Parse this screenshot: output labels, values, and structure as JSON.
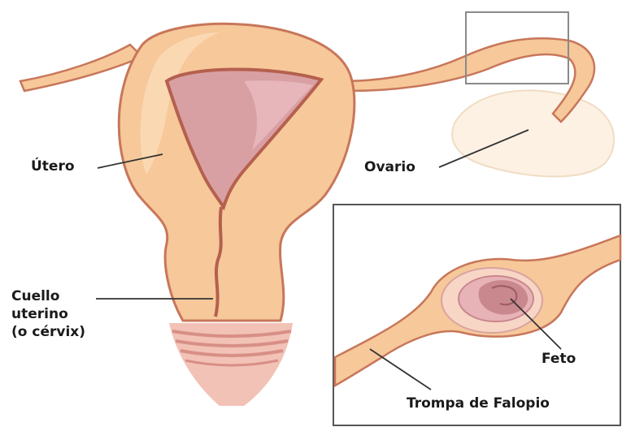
{
  "labels": {
    "utero": "Útero",
    "ovario": "Ovario",
    "cuello_line1": "Cuello",
    "cuello_line2": "uterino",
    "cuello_line3": "(o cérvix)",
    "feto": "Feto",
    "trompa": "Trompa de Falopio"
  },
  "colors": {
    "tissue": "#f6c89a",
    "tissue_light": "#fbdcb8",
    "outline": "#c8765a",
    "cavity": "#d9a0a4",
    "cavity_dark": "#c9878e",
    "ovary": "#fdf1e3",
    "cervix_rings": "#d88f86",
    "frame": "#8a8a8a",
    "leader": "#333333"
  }
}
